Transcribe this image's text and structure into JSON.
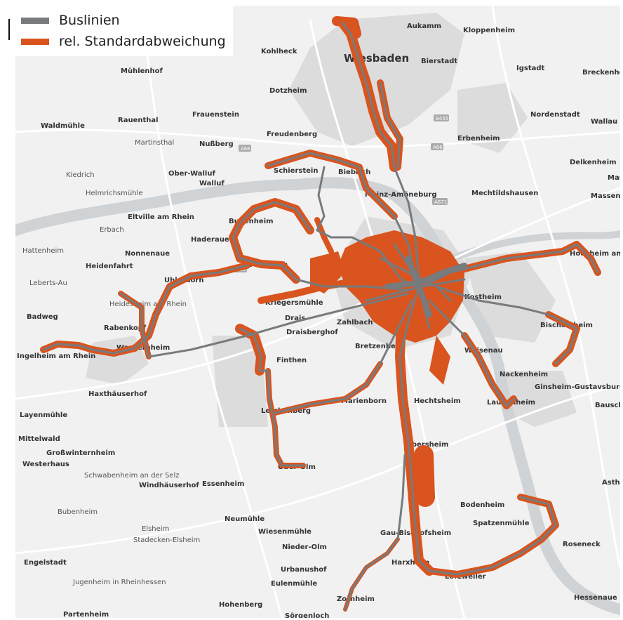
{
  "legend": {
    "bus": {
      "label": "Buslinien",
      "color": "#777b7e"
    },
    "std": {
      "label": "rel. Standardabweichung",
      "color": "#d9541e"
    }
  },
  "map": {
    "background": "#f1f1f1",
    "water_color": "#cfd3d6",
    "places": [
      {
        "name": "Wiesbaden",
        "big": true
      },
      {
        "name": "Aukamm"
      },
      {
        "name": "Kloppenheim"
      },
      {
        "name": "Kohlheck"
      },
      {
        "name": "Bierstadt"
      },
      {
        "name": "Igstadt"
      },
      {
        "name": "Breckenheim"
      },
      {
        "name": "Mühlenhof"
      },
      {
        "name": "Dotzheim"
      },
      {
        "name": "Frauenstein"
      },
      {
        "name": "Rauenthal"
      },
      {
        "name": "Waldmühle"
      },
      {
        "name": "Nordenstadt"
      },
      {
        "name": "Wallau"
      },
      {
        "name": "Freudenberg"
      },
      {
        "name": "Martinsthal"
      },
      {
        "name": "Nußberg"
      },
      {
        "name": "Erbenheim"
      },
      {
        "name": "Kiedrich"
      },
      {
        "name": "Ober-Walluf"
      },
      {
        "name": "Walluf"
      },
      {
        "name": "Schierstein"
      },
      {
        "name": "Biebrich"
      },
      {
        "name": "Delkenheim"
      },
      {
        "name": "Helmrichsmühle"
      },
      {
        "name": "Mainz-Amöneburg"
      },
      {
        "name": "Mechtildshausen"
      },
      {
        "name": "Massenheim"
      },
      {
        "name": "Eltville am Rhein"
      },
      {
        "name": "Erbach"
      },
      {
        "name": "Budenheim"
      },
      {
        "name": "Haderaue"
      },
      {
        "name": "Hattenheim"
      },
      {
        "name": "Nonnenaue"
      },
      {
        "name": "Heidenfahrt"
      },
      {
        "name": "Mombach"
      },
      {
        "name": "Hochheim am Main"
      },
      {
        "name": "Uhlerborn"
      },
      {
        "name": "Leberts-Au"
      },
      {
        "name": "Heidesheim am Rhein"
      },
      {
        "name": "Kriegersmühle"
      },
      {
        "name": "Badweg"
      },
      {
        "name": "Rabenkopf"
      },
      {
        "name": "Drais"
      },
      {
        "name": "Draisberghof"
      },
      {
        "name": "Zahlbach"
      },
      {
        "name": "Kostheim"
      },
      {
        "name": "Bischofsheim"
      },
      {
        "name": "Wackernheim"
      },
      {
        "name": "Ingelheim am Rhein"
      },
      {
        "name": "Finthen"
      },
      {
        "name": "Bretzenheim"
      },
      {
        "name": "Weisenau"
      },
      {
        "name": "Nackenheim"
      },
      {
        "name": "Haxthäuserhof"
      },
      {
        "name": "Ginsheim-Gustavsburg"
      },
      {
        "name": "Marienborn"
      },
      {
        "name": "Hechtsheim"
      },
      {
        "name": "Laubenheim"
      },
      {
        "name": "Layenmühle"
      },
      {
        "name": "Lerchenberg"
      },
      {
        "name": "Mittelwald"
      },
      {
        "name": "Großwinternheim"
      },
      {
        "name": "Westerhaus"
      },
      {
        "name": "Ober-Olm"
      },
      {
        "name": "Ebersheim"
      },
      {
        "name": "Schwabenheim an der Selz"
      },
      {
        "name": "Windhäuserhof"
      },
      {
        "name": "Essenheim"
      },
      {
        "name": "Bubenheim"
      },
      {
        "name": "Neumühle"
      },
      {
        "name": "Bodenheim"
      },
      {
        "name": "Spatzenmühle"
      },
      {
        "name": "Elsheim"
      },
      {
        "name": "Stadecken-Elsheim"
      },
      {
        "name": "Wiesenmühle"
      },
      {
        "name": "Gau-Bischofsheim"
      },
      {
        "name": "Harxheim"
      },
      {
        "name": "Nieder-Olm"
      },
      {
        "name": "Engelstadt"
      },
      {
        "name": "Lörzweiler"
      },
      {
        "name": "Urbanushof"
      },
      {
        "name": "Eulenmühle"
      },
      {
        "name": "Jugenheim in Rheinhessen"
      },
      {
        "name": "Zornheim"
      },
      {
        "name": "Hohenberg"
      },
      {
        "name": "Partenheim"
      },
      {
        "name": "Sörgenloch"
      },
      {
        "name": "Roseneck"
      },
      {
        "name": "Hessenaue"
      },
      {
        "name": "Astheim"
      },
      {
        "name": "Bauschheim"
      },
      {
        "name": "Mas"
      }
    ],
    "road_shields": [
      "B455",
      "A66",
      "A66",
      "A671",
      "A60"
    ]
  }
}
